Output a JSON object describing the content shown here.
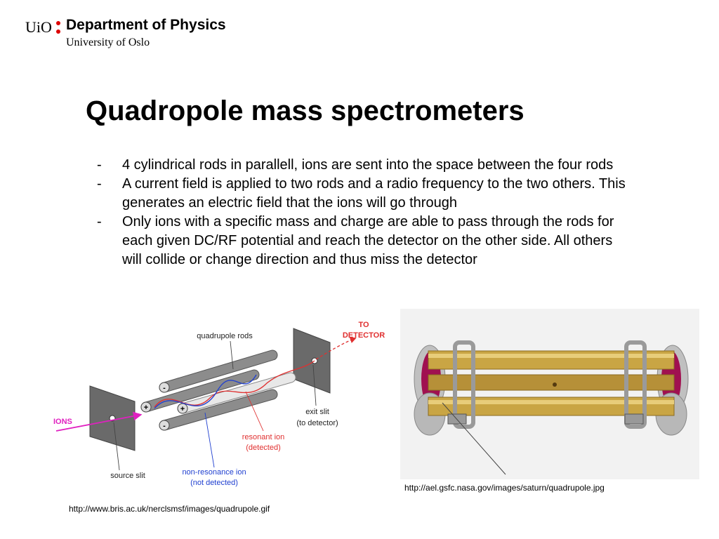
{
  "logo": {
    "uio": "UiO",
    "department": "Department of Physics",
    "university": "University of Oslo"
  },
  "title": "Quadropole mass spectrometers",
  "bullets": [
    "4 cylindrical rods in parallell, ions are sent into the space between the four rods",
    "A current field is applied to two rods and a radio frequency to the two others. This generates an electric field that the ions will go through",
    "Only ions with a specific mass and charge are able to pass through the rods for each given DC/RF potential and reach the detector on the other side. All others will collide or change direction and thus miss the detector"
  ],
  "bullet_marker": "-",
  "diagram": {
    "label_rods": "quadrupole rods",
    "label_to": "TO",
    "label_detector": "DETECTOR",
    "label_ions": "IONS",
    "label_exit_1": "exit slit",
    "label_exit_2": "(to detector)",
    "label_resonant_1": "resonant ion",
    "label_resonant_2": "(detected)",
    "label_nonres_1": "non-resonance ion",
    "label_nonres_2": "(not detected)",
    "label_source": "source slit",
    "sign_minus": "-",
    "sign_plus": "+",
    "colors": {
      "red": "#e03030",
      "blue": "#2040d0",
      "magenta": "#e020c0",
      "plate": "#6a6a6a",
      "rod": "#8c8c8c"
    }
  },
  "captions": {
    "diagram_source": "http://www.bris.ac.uk/nerclsmsf/images/quadrupole.gif",
    "photo_source": "http://ael.gsfc.nasa.gov/images/saturn/quadrupole.jpg"
  }
}
